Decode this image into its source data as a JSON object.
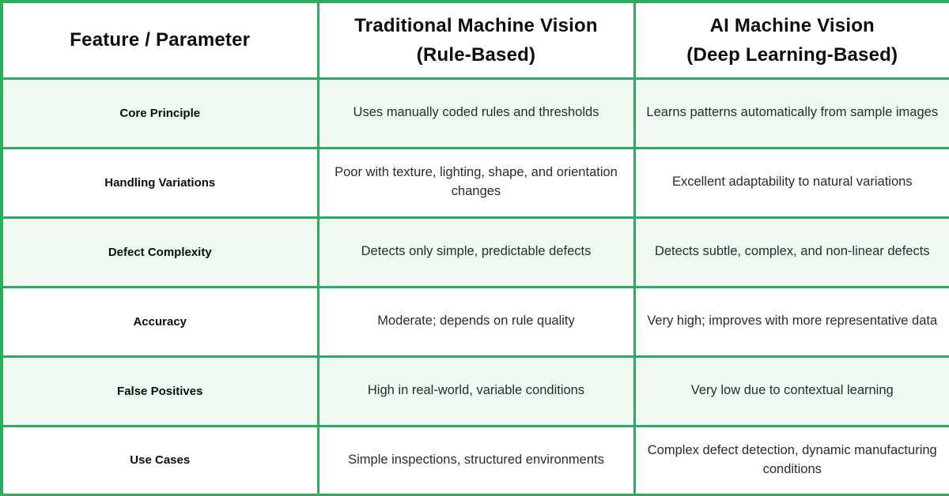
{
  "chart_data": {
    "type": "table",
    "title": "Traditional Machine Vision vs AI Machine Vision comparison table",
    "columns": [
      {
        "line1": "Feature / Parameter",
        "line2": ""
      },
      {
        "line1": "Traditional Machine Vision",
        "line2": "(Rule-Based)"
      },
      {
        "line1": "AI Machine Vision",
        "line2": "(Deep Learning-Based)"
      }
    ],
    "rows": [
      {
        "feature": "Core Principle",
        "traditional": "Uses manually coded rules and thresholds",
        "ai": "Learns patterns automatically from sample images"
      },
      {
        "feature": "Handling Variations",
        "traditional": "Poor with texture, lighting, shape, and orientation changes",
        "ai": "Excellent adaptability to natural variations"
      },
      {
        "feature": "Defect Complexity",
        "traditional": "Detects only simple, predictable defects",
        "ai": "Detects subtle, complex, and non-linear defects"
      },
      {
        "feature": "Accuracy",
        "traditional": "Moderate; depends on rule quality",
        "ai": "Very high; improves with more representative data"
      },
      {
        "feature": "False Positives",
        "traditional": "High in real-world, variable conditions",
        "ai": "Very low due to contextual learning"
      },
      {
        "feature": "Use Cases",
        "traditional": "Simple inspections, structured environments",
        "ai": "Complex defect detection, dynamic manufacturing conditions"
      }
    ],
    "layout": {
      "grid": "on",
      "striped_rows": "odd rows light green, even rows white"
    }
  },
  "colors": {
    "border_green": "#2eab5e",
    "row_tint": "#f0faf2",
    "header_text": "#0d0d0d",
    "body_text": "#2b2b2b"
  }
}
